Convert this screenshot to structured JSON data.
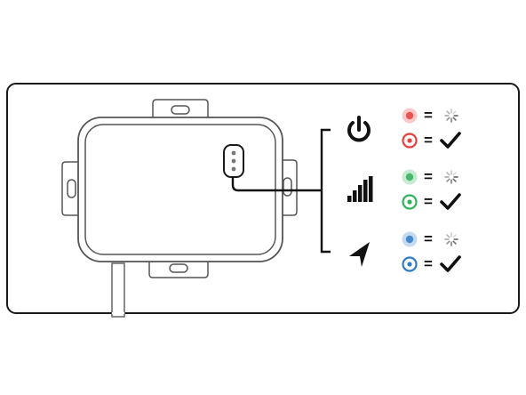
{
  "legend": {
    "groups": [
      {
        "icon": "power-icon",
        "color": "#e8403c",
        "states": [
          {
            "led": "blinking",
            "result": "loading-spinner-icon"
          },
          {
            "led": "solid",
            "result": "checkmark-icon"
          }
        ]
      },
      {
        "icon": "signal-bars-icon",
        "color": "#33b25c",
        "states": [
          {
            "led": "blinking",
            "result": "loading-spinner-icon"
          },
          {
            "led": "solid",
            "result": "checkmark-icon"
          }
        ]
      },
      {
        "icon": "navigation-arrow-icon",
        "color": "#2e7bc9",
        "states": [
          {
            "led": "blinking",
            "result": "loading-spinner-icon"
          },
          {
            "led": "solid",
            "result": "checkmark-icon"
          }
        ]
      }
    ],
    "equals": "="
  },
  "device": {
    "body_color": "#ffffff",
    "outline_color": "#222222",
    "led_panel_dots": 3
  }
}
